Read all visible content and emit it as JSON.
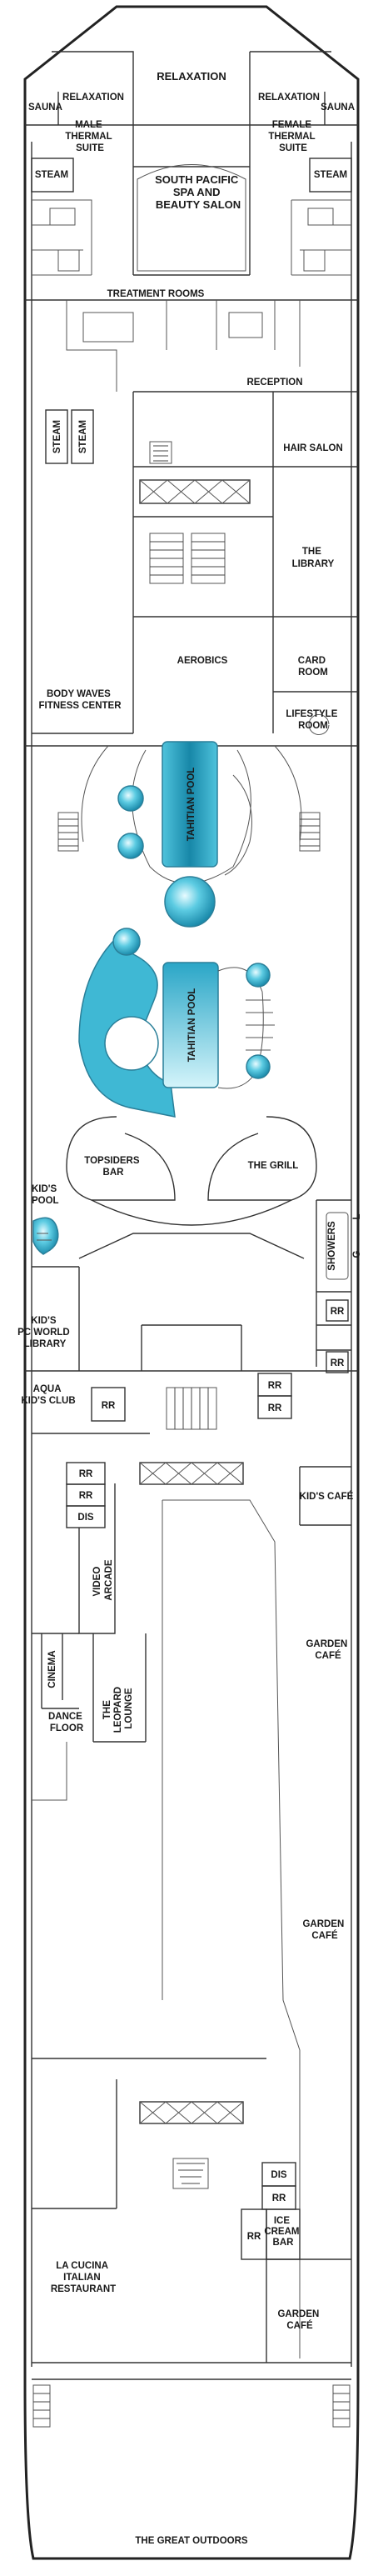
{
  "colors": {
    "pool_light": "#9fe3f0",
    "pool_mid": "#39b6d3",
    "pool_dark": "#1787a8",
    "wall": "#333333"
  },
  "labels": {
    "sauna_left": "SAUNA",
    "sauna_right": "SAUNA",
    "relaxation_center": "RELAXATION",
    "relaxation_left": "RELAXATION",
    "relaxation_right": "RELAXATION",
    "male_suite": [
      "MALE",
      "THERMAL",
      "SUITE"
    ],
    "female_suite": [
      "FEMALE",
      "THERMAL",
      "SUITE"
    ],
    "steam_left": "STEAM",
    "steam_right": "STEAM",
    "spa": [
      "SOUTH PACIFIC",
      "SPA AND",
      "BEAUTY SALON"
    ],
    "treatment_rooms": "TREATMENT ROOMS",
    "reception": "RECEPTION",
    "steam_vertical_1": "STEAM",
    "steam_vertical_2": "STEAM",
    "hair_salon": "HAIR SALON",
    "library": [
      "THE",
      "LIBRARY"
    ],
    "aerobics": "AEROBICS",
    "card_room": [
      "CARD",
      "ROOM"
    ],
    "fitness": [
      "BODY WAVES",
      "FITNESS CENTER"
    ],
    "lifestyle": [
      "LIFESTYLE",
      "ROOM"
    ],
    "pool_1": "TAHITIAN POOL",
    "pool_2": "TAHITIAN POOL",
    "topsiders": [
      "TOPSIDERS",
      "BAR"
    ],
    "grill": "THE GRILL",
    "kids_pool": [
      "KID'S",
      "POOL"
    ],
    "showers": "SHOWERS",
    "g_mark": "G",
    "l_mark": "L",
    "rr_showers_1": "RR",
    "rr_showers_2": "RR",
    "kids_library": [
      "KID'S",
      "PC WORLD",
      "LIBRARY"
    ],
    "aqua_kids": [
      "AQUA",
      "KID'S CLUB"
    ],
    "rr_aqua": "RR",
    "rr_center_1": "RR",
    "rr_center_2": "RR",
    "kids_cafe": "KID'S CAFÉ",
    "rr_left_1": "RR",
    "rr_left_2": "RR",
    "dis_left": "DIS",
    "video_arcade": [
      "VIDEO",
      "ARCADE"
    ],
    "garden_cafe_1": [
      "GARDEN",
      "CAFÉ"
    ],
    "cinema": "CINEMA",
    "dance_floor": [
      "DANCE",
      "FLOOR"
    ],
    "leopard_lounge": [
      "THE",
      "LEOPARD",
      "LOUNGE"
    ],
    "garden_cafe_2": [
      "GARDEN",
      "CAFÉ"
    ],
    "dis_aft": "DIS",
    "rr_aft_1": "RR",
    "rr_aft_2": "RR",
    "ice_cream": [
      "ICE",
      "CREAM",
      "BAR"
    ],
    "la_cucina": [
      "LA CUCINA",
      "ITALIAN",
      "RESTAURANT"
    ],
    "garden_cafe_3": [
      "GARDEN",
      "CAFÉ"
    ],
    "great_outdoors": "THE GREAT OUTDOORS"
  }
}
